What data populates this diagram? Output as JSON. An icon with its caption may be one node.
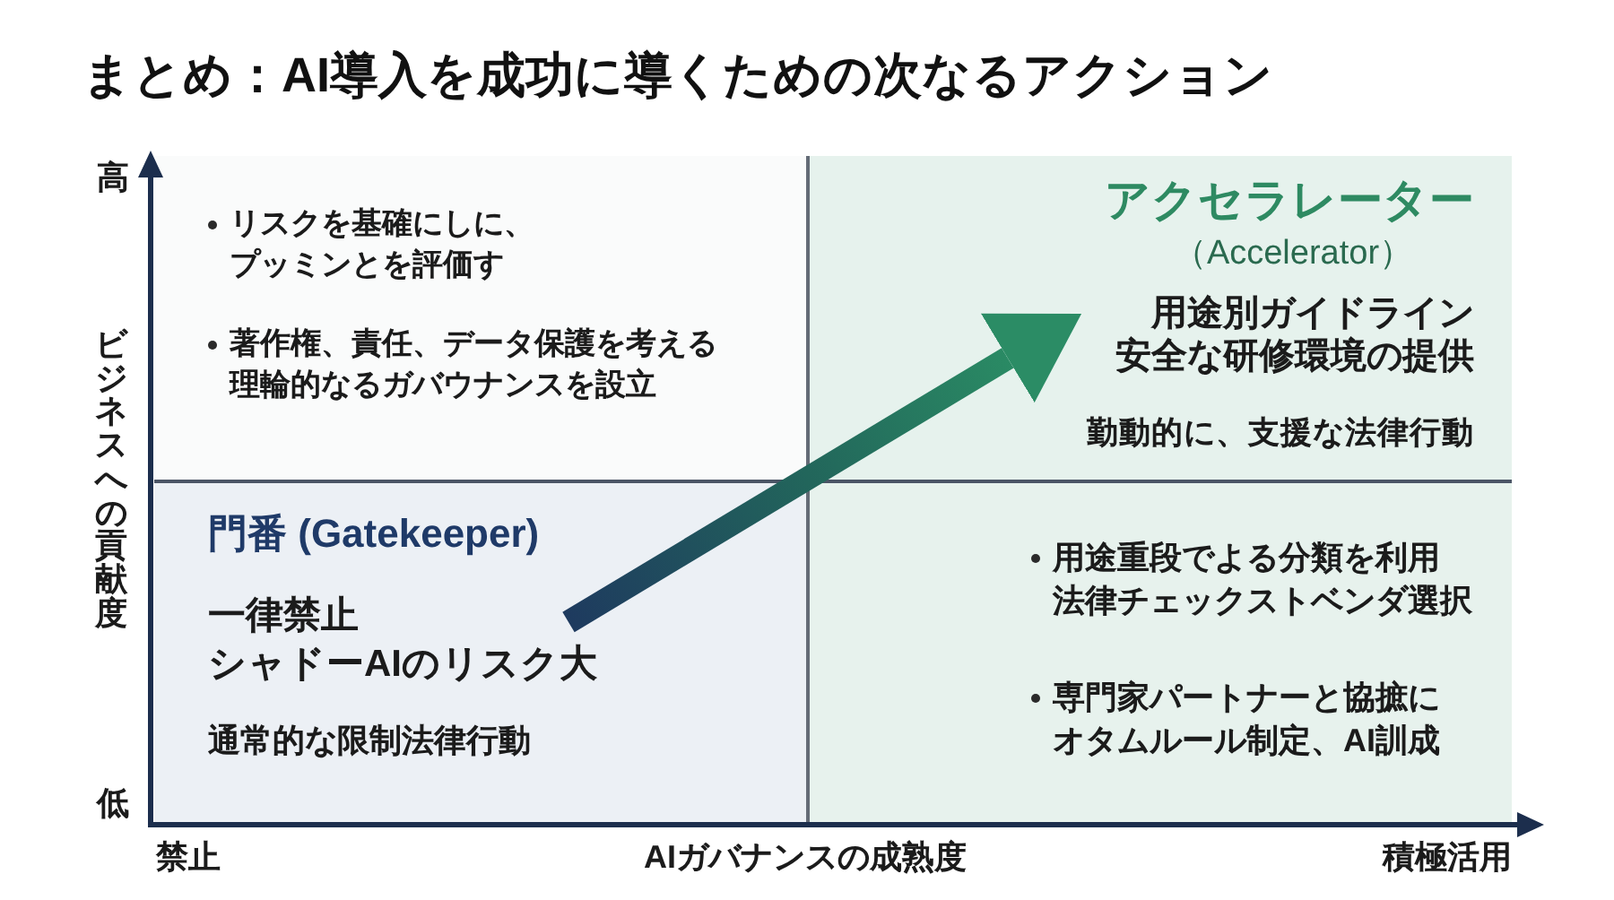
{
  "diagram": {
    "title": "まとめ：AI導入を成功に導くための次なるアクション",
    "nodes": [
      {
        "text": [
          "リスクを基確にしに、プッミンとを評価す",
          "著作権、責任、データ保護を考える理輪的なるガバウナンスを設立"
        ]
      },
      {
        "text": [
          "アクセラレーター",
          "（Accelerator）",
          "用途別ガイドライン",
          "安全な研修環境の提供",
          "勤動的に、支援な法律行動"
        ]
      },
      {
        "text": [
          "門番 (Gatekeeper)",
          "一律禁止",
          "シャドーAIのリスク大",
          "通常的な限制法律行動"
        ]
      },
      {
        "text": [
          "用途重段でよる分類を利用法律チェックストベンダ選択",
          "専門家パートナーと協摭にオタムルール制定、AI訓成"
        ]
      }
    ],
    "edges": [
      {
        "from": 2,
        "to": 1,
        "arrow": "to",
        "style": "thick"
      }
    ],
    "labels": [
      "高",
      "ビジネスへの貢献度",
      "低",
      "禁止",
      "AIガバナンスの成熟度",
      "積極活用"
    ]
  }
}
